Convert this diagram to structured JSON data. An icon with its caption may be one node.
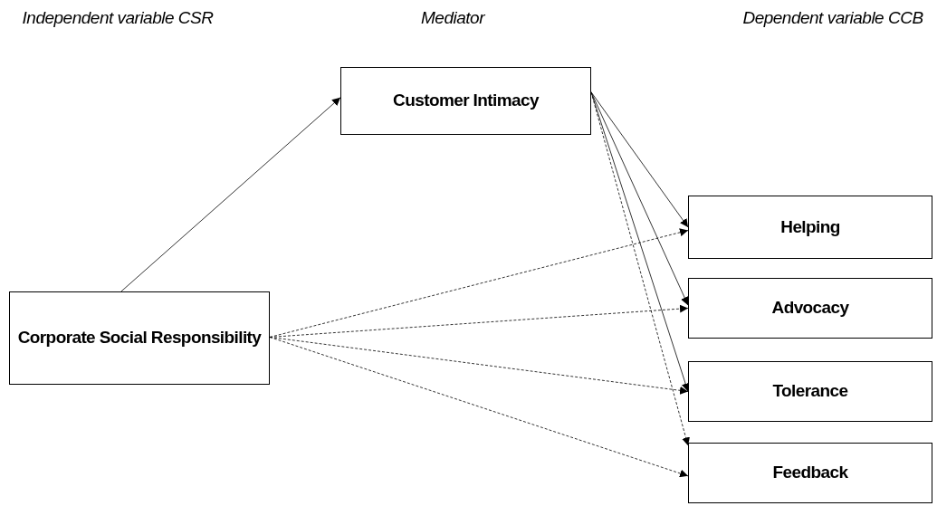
{
  "diagram": {
    "nodes": [
      {
        "text": [
          "Customer Intimacy"
        ]
      },
      {
        "text": [
          "Corporate Social Responsibility"
        ]
      },
      {
        "text": [
          "Helping"
        ]
      },
      {
        "text": [
          "Advocacy"
        ]
      },
      {
        "text": [
          "Tolerance"
        ]
      },
      {
        "text": [
          "Feedback"
        ]
      }
    ],
    "edges": [
      {
        "from": 1,
        "to": 0,
        "arrow": "to"
      },
      {
        "from": 0,
        "to": 2,
        "arrow": "to"
      },
      {
        "from": 0,
        "to": 3,
        "arrow": "to"
      },
      {
        "from": 0,
        "to": 4,
        "arrow": "to"
      },
      {
        "from": 0,
        "to": 5,
        "arrow": "to",
        "style": "dashed"
      },
      {
        "from": 1,
        "to": 2,
        "arrow": "to",
        "style": "dashed"
      },
      {
        "from": 1,
        "to": 3,
        "arrow": "to",
        "style": "dashed"
      },
      {
        "from": 1,
        "to": 4,
        "arrow": "to",
        "style": "dashed"
      },
      {
        "from": 1,
        "to": 5,
        "arrow": "to",
        "style": "dashed"
      }
    ],
    "labels": [
      "Independent variable CSR",
      "Mediator",
      "Dependent variable CCB"
    ]
  }
}
